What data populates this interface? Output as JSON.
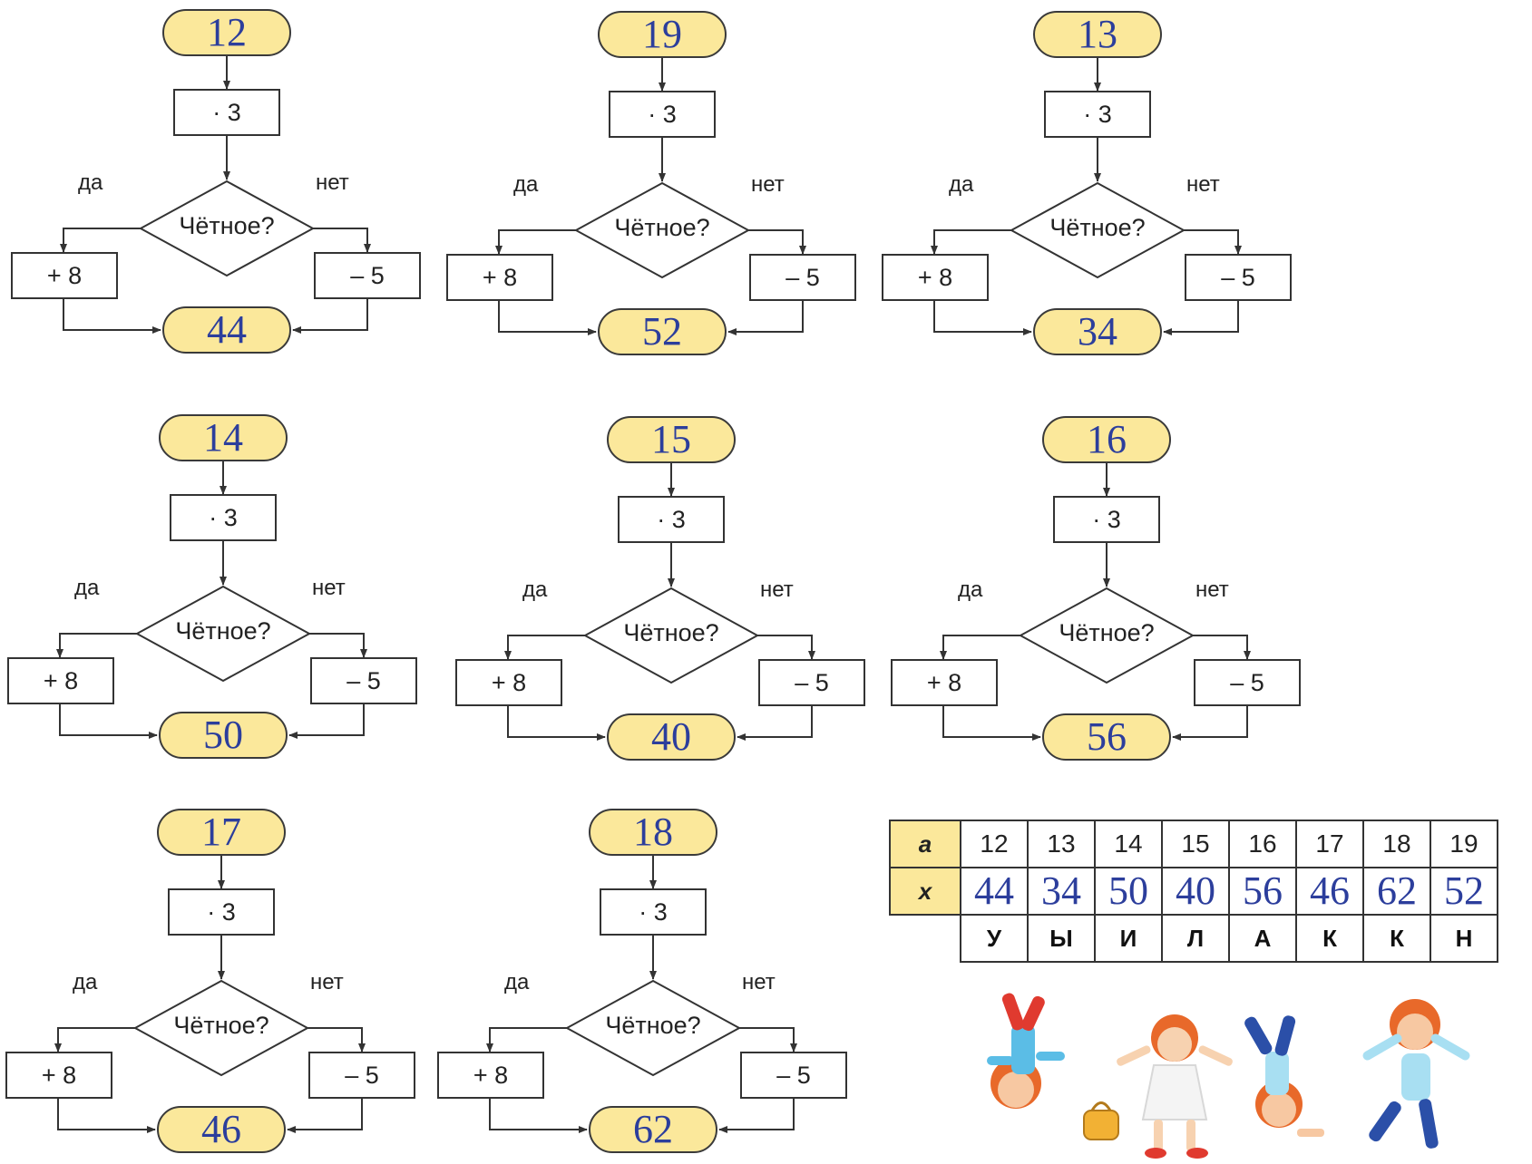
{
  "flowcharts": [
    {
      "input": "12",
      "output": "44"
    },
    {
      "input": "19",
      "output": "52"
    },
    {
      "input": "13",
      "output": "34"
    },
    {
      "input": "14",
      "output": "50"
    },
    {
      "input": "15",
      "output": "40"
    },
    {
      "input": "16",
      "output": "56"
    },
    {
      "input": "17",
      "output": "46"
    },
    {
      "input": "18",
      "output": "62"
    }
  ],
  "labels": {
    "multiply": "· 3",
    "question": "Чётное?",
    "yes": "да",
    "no": "нет",
    "add": "+ 8",
    "subtract": "– 5"
  },
  "table": {
    "row_a_header": "a",
    "row_x_header": "x",
    "a": [
      "12",
      "13",
      "14",
      "15",
      "16",
      "17",
      "18",
      "19"
    ],
    "x": [
      "44",
      "34",
      "50",
      "40",
      "56",
      "46",
      "62",
      "52"
    ],
    "letters": [
      "У",
      "Ы",
      "И",
      "Л",
      "А",
      "К",
      "К",
      "Н"
    ]
  },
  "colors": {
    "terminal_fill": "#fbe89b",
    "number_ink": "#2c3e9c",
    "line": "#333333"
  },
  "illustration": "children-jumping-cartoon"
}
